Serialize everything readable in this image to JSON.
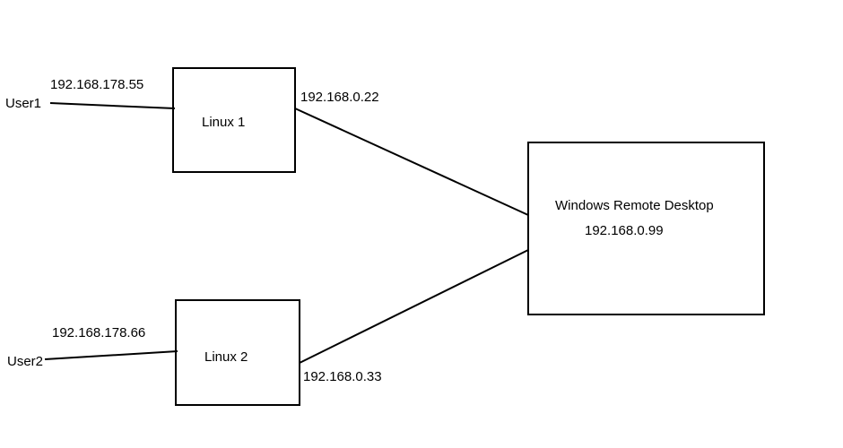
{
  "nodes": {
    "linux1": {
      "name": "Linux 1"
    },
    "linux2": {
      "name": "Linux 2"
    },
    "windows": {
      "name": "Windows Remote Desktop",
      "ip": "192.168.0.99"
    }
  },
  "users": {
    "user1": {
      "name": "User1",
      "ip": "192.168.178.55"
    },
    "user2": {
      "name": "User2",
      "ip": "192.168.178.66"
    }
  },
  "links": {
    "linux1_to_windows": {
      "ip": "192.168.0.22"
    },
    "linux2_to_windows": {
      "ip": "192.168.0.33"
    }
  }
}
